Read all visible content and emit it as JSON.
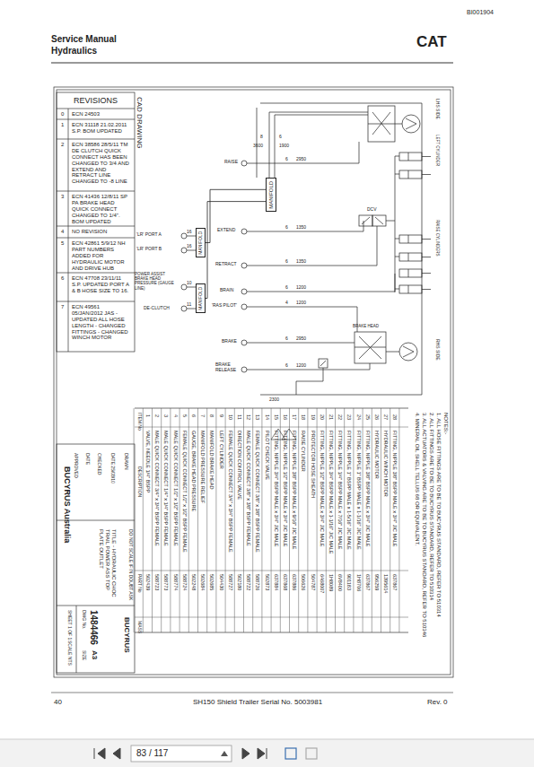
{
  "diagram": {
    "nodes": [
      {
        "text": [
          "MANIFOLD"
        ]
      },
      {
        "text": [
          "MANIFOLD"
        ]
      },
      {
        "text": [
          "MANIFOLD"
        ]
      }
    ],
    "edges": [
      {
        "from": 0,
        "to": 2,
        "arrow": "none"
      },
      {
        "from": 1,
        "to": 2,
        "arrow": "none"
      }
    ],
    "labels": [
      "BI001904",
      "Service Manual",
      "Hydraulics",
      "CAT",
      "40",
      "SH150 Shield Trailer Serial No. 5003981",
      "Rev. 0",
      "83 / 117",
      "REVISIONS",
      "CAD DRAWING",
      "0",
      "ECN 24503",
      "1",
      "ECN 31118 21.02.2011 S.P. BOM UPDATED",
      "2",
      "ECN 38586 28/5/11 TM DE CLUTCH QUICK CONNECT HAS BEEN CHANGED TO 3/4 AND EXTEND AND RETRACT LINE CHANGED TO -8 LINE",
      "3",
      "ECN 41436 12/8/11 SP PA BRAKE HEAD QUICK CONNECT CHANGED TO 1/4\". BOM UPDATED",
      "4",
      "NO REVISION",
      "5",
      "ECN 42861 5/9/12 NH PART NUMBERS ADDED FOR HYDRAULIC MOTOR AND DRIVE HUB",
      "6",
      "ECN 47708 23/11/11 S.P. UPDATED PORT A & B HOSE SIZE TO 16.",
      "7",
      "ECN 49561 05/JAN/2012 JAS - UPDATED ALL HOSE LENGTH - CHANGED FITTINGS - CHANGED WINCH MOTOR",
      "RAISE",
      "EXTEND",
      "RETRACT",
      "BRAIN",
      "'RAS PILOT'",
      "BRAKE",
      "BRAKE RELEASE",
      "'LR' PORT A",
      "'LR' PORT B",
      "POWER ASSIST BRAKE HEAD PRESSURE (GAUGE LINE)",
      "DE-CLUTCH",
      "6",
      "2950",
      "6",
      "1350",
      "6",
      "1350",
      "6",
      "1200",
      "4",
      "1200",
      "6",
      "2950",
      "6",
      "1200",
      "8",
      "3600",
      "6",
      "1900",
      "2300",
      "16",
      "16",
      "10",
      "11",
      "LHS SIDE",
      "LEFT CYLINDER",
      "RAISE CYLINDERS",
      "RHS SIDE",
      "DCV",
      "BRAKE HEAD",
      "NOTES:-",
      "1. ALL HOSE FITTINGS ARE TO BE TO BUCYRUS STANDARD, REFER TO 510314",
      "2. ALL FITTINGS ARE TO BE TO BUCYRUS STANDARD, REFER TO 510314",
      "3. ALL ACTUATORS & VALVING ARE TO BE TO BUCYRUS STANDARD, REFER TO 510346",
      "4. MINERAL OIL SHELL TELLUS 68 OR EQUIVALENT.",
      "BUCYRUS Australia",
      "SHEET 1 OF 1",
      "SCALE NTS",
      "DWG No.",
      "1484466",
      "SIZE",
      "A3",
      "TITLE - HYDRAULIC CHOC TRAIL POWER ASS TOP PLATE OUTLET",
      "BUCYRUS",
      "DRAWN",
      "DATE 25/08/10",
      "CHECKED",
      "DATE",
      "APPROVED",
      "DO NOT SCALE IF IN DOUBT ASK",
      "ITEM No",
      "DESCRIPTION",
      "PART No",
      "MASS",
      "1",
      "VALVE, NEEDLE 1/4\" BSPP",
      "502439",
      "2",
      "MALE QUICK CONNECT 3/4\" x 3/4\" BSPP FEMALE",
      "588723",
      "3",
      "MALE QUICK CONNECT 1/4\" x 1/4\" BSPP FEMALE",
      "588773",
      "4",
      "MALE QUICK CONNECT 1/2\" x 1/2\" BSPP FEMALE",
      "588774",
      "5",
      "FEMALE QUICK CONNECT 1/2\" x 1/2\" BSPP FEMALE",
      "588724",
      "6",
      "GAUGE, BRAKE HEAD PRESSURE",
      "502248",
      "7",
      "MANIFOLD PRESSURE RELIEF",
      "502684",
      "8",
      "MANIFOLD BRAKE HEAD",
      "502685",
      "9",
      "LEFT CYLINDER",
      "504430",
      "10",
      "FEMALE QUICK CONNECT 3/4\" x 3/4\" BSPP FEMALE",
      "588727",
      "11",
      "DIRECTION CONTROL VALVE",
      "502180",
      "12",
      "MALE QUICK CONNECT 3/8\" x 3/8\" BSPP FEMALE",
      "588722",
      "13",
      "FEMALE QUICK CONNECT 3/8\" x 3/8\" BSPP FEMALE",
      "588726",
      "14",
      "PILOT CHECK VALVE",
      "502873",
      "15",
      "FITTING, NIPPLE 3/4\" BSPP MALE x 3/4\" JIC MALE",
      "637884",
      "16",
      "FITTING, NIPPLE 1/2\" BSPP MALE x 3/4\" JIC MALE",
      "637868",
      "17",
      "FITTING, NIPPLE 3/8\" BSPP MALE x 9/16\" JIC MALE",
      "637886",
      "18",
      "RAISE CYLINDER",
      "506626",
      "19",
      "PROTECTOR HOSE SHEATH",
      "504787",
      "20",
      "FITTING, NIPPLE 1/2\" BSPP MALE x 3/4\" JIC MALE",
      "6468007",
      "21",
      "FITTING, NIPPLE 3/4\" BSPP MALE x 1-1/16\" JIC MALE",
      "1H8089",
      "22",
      "FITTING, NIPPLE 1/4\" BSPP MALE x 7/16\" JIC MALE",
      "6V8400",
      "23",
      "FITTING, NIPPLE 1\" BSPP MALE x 1-5/16\" JIC MALE",
      "901183",
      "24",
      "FITTING, NIPPLE 1\" BSPP MALE x 1-1/16\" JIC MALE",
      "1H8706",
      "25",
      "FITTING, NIPPLE 3/8\" BSPP MALE x 3/4\" JIC MALE",
      "637867",
      "26",
      "HYDRAULIC MOTOR",
      "956259",
      "27",
      "HYDRAULIC WINCH MOTOR",
      "1395614",
      "28",
      "FITTING, NIPPLE 3/8\" BSPP MALE x 3/4\" JIC MALE",
      "637867"
    ]
  }
}
